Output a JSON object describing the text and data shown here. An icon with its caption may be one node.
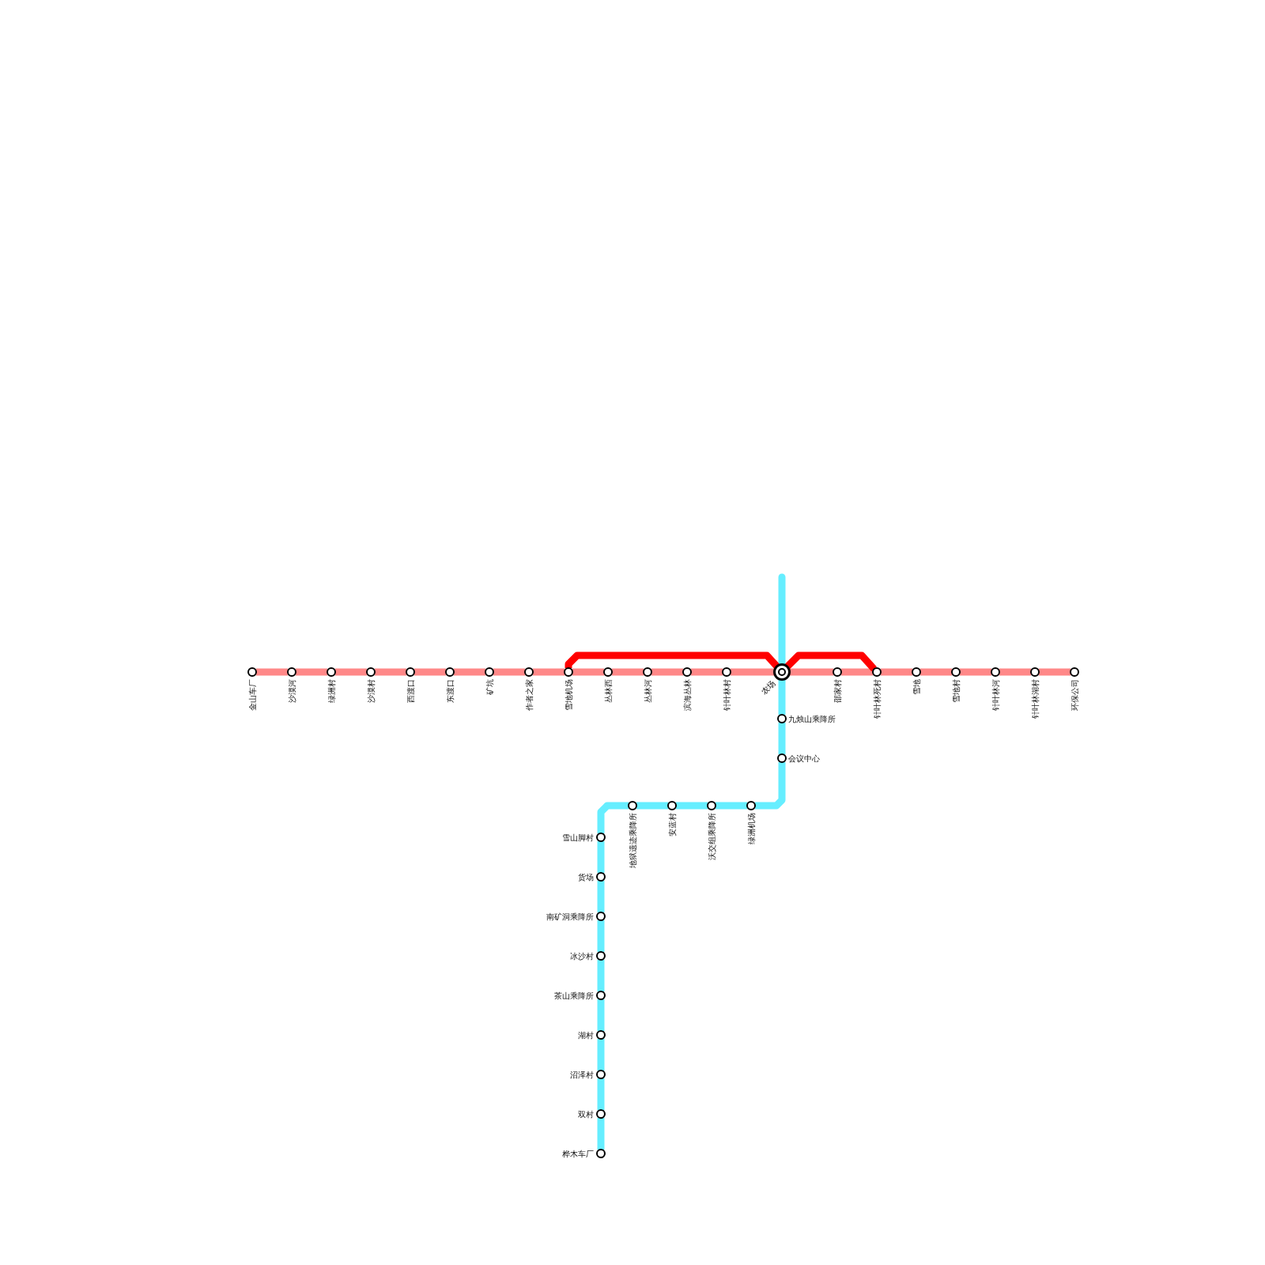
{
  "diagram": {
    "nodes": [
      {
        "text": [
          "金山车厂"
        ]
      },
      {
        "text": [
          "沙漠河"
        ]
      },
      {
        "text": [
          "绿洲村"
        ]
      },
      {
        "text": [
          "沙漠村"
        ]
      },
      {
        "text": [
          "西渡口"
        ]
      },
      {
        "text": [
          "东渡口"
        ]
      },
      {
        "text": [
          "矿坑"
        ]
      },
      {
        "text": [
          "作者之家"
        ]
      },
      {
        "text": [
          "雪地机场"
        ]
      },
      {
        "text": [
          "丛林西"
        ]
      },
      {
        "text": [
          "丛林河"
        ]
      },
      {
        "text": [
          "滨海丛林"
        ]
      },
      {
        "text": [
          "针叶林村"
        ]
      },
      {
        "text": [
          "农场"
        ]
      },
      {
        "text": [
          "邵家村"
        ]
      },
      {
        "text": [
          "针叶林死村"
        ]
      },
      {
        "text": [
          "雪地"
        ]
      },
      {
        "text": [
          "雪地村"
        ]
      },
      {
        "text": [
          "针叶林河"
        ]
      },
      {
        "text": [
          "针叶林湖村"
        ]
      },
      {
        "text": [
          "环保公司"
        ]
      },
      {
        "text": [
          "九烛山乘降所"
        ]
      },
      {
        "text": [
          "会议中心"
        ]
      },
      {
        "text": [
          "绿洲机场"
        ]
      },
      {
        "text": [
          "沃交组乘降所"
        ]
      },
      {
        "text": [
          "安蓝村"
        ]
      },
      {
        "text": [
          "地狱遗迹乘降所"
        ]
      },
      {
        "text": [
          "雪山脚村"
        ]
      },
      {
        "text": [
          "货场"
        ]
      },
      {
        "text": [
          "南矿洞乘降所"
        ]
      },
      {
        "text": [
          "冰沙村"
        ]
      },
      {
        "text": [
          "茶山乘降所"
        ]
      },
      {
        "text": [
          "湖村"
        ]
      },
      {
        "text": [
          "沼泽村"
        ]
      },
      {
        "text": [
          "双村"
        ]
      },
      {
        "text": [
          "桦木车厂"
        ]
      }
    ],
    "edges": [
      {
        "from": 0,
        "to": 1,
        "arrow": "none"
      },
      {
        "from": 1,
        "to": 2,
        "arrow": "none"
      },
      {
        "from": 2,
        "to": 3,
        "arrow": "none"
      },
      {
        "from": 3,
        "to": 4,
        "arrow": "none"
      },
      {
        "from": 4,
        "to": 5,
        "arrow": "none"
      },
      {
        "from": 5,
        "to": 6,
        "arrow": "none"
      },
      {
        "from": 6,
        "to": 7,
        "arrow": "none"
      },
      {
        "from": 7,
        "to": 8,
        "arrow": "none"
      },
      {
        "from": 8,
        "to": 9,
        "arrow": "none"
      },
      {
        "from": 9,
        "to": 10,
        "arrow": "none"
      },
      {
        "from": 10,
        "to": 11,
        "arrow": "none"
      },
      {
        "from": 11,
        "to": 12,
        "arrow": "none"
      },
      {
        "from": 12,
        "to": 13,
        "arrow": "none"
      },
      {
        "from": 13,
        "to": 14,
        "arrow": "none"
      },
      {
        "from": 14,
        "to": 15,
        "arrow": "none"
      },
      {
        "from": 15,
        "to": 16,
        "arrow": "none"
      },
      {
        "from": 16,
        "to": 17,
        "arrow": "none"
      },
      {
        "from": 17,
        "to": 18,
        "arrow": "none"
      },
      {
        "from": 18,
        "to": 19,
        "arrow": "none"
      },
      {
        "from": 19,
        "to": 20,
        "arrow": "none"
      },
      {
        "from": null,
        "to": 13,
        "arrow": "none",
        "color": "#66eeff"
      },
      {
        "from": 13,
        "to": 21,
        "arrow": "none",
        "color": "#66eeff"
      },
      {
        "from": 21,
        "to": 22,
        "arrow": "none",
        "color": "#66eeff"
      },
      {
        "from": 22,
        "to": 23,
        "arrow": "none",
        "color": "#66eeff"
      },
      {
        "from": 23,
        "to": 24,
        "arrow": "none",
        "color": "#66eeff"
      },
      {
        "from": 24,
        "to": 25,
        "arrow": "none",
        "color": "#66eeff"
      },
      {
        "from": 25,
        "to": 26,
        "arrow": "none",
        "color": "#66eeff"
      },
      {
        "from": 26,
        "to": 27,
        "arrow": "none",
        "color": "#66eeff"
      },
      {
        "from": 27,
        "to": 28,
        "arrow": "none",
        "color": "#66eeff"
      },
      {
        "from": 28,
        "to": 29,
        "arrow": "none",
        "color": "#66eeff"
      },
      {
        "from": 29,
        "to": 30,
        "arrow": "none",
        "color": "#66eeff"
      },
      {
        "from": 30,
        "to": 31,
        "arrow": "none",
        "color": "#66eeff"
      },
      {
        "from": 31,
        "to": 32,
        "arrow": "none",
        "color": "#66eeff"
      },
      {
        "from": 32,
        "to": 33,
        "arrow": "none",
        "color": "#66eeff"
      },
      {
        "from": 33,
        "to": 34,
        "arrow": "none",
        "color": "#66eeff"
      },
      {
        "from": 34,
        "to": 35,
        "arrow": "none",
        "color": "#66eeff"
      },
      {
        "from": 8,
        "to": 13,
        "arrow": "none",
        "color": "#ff0000"
      },
      {
        "from": 13,
        "to": 15,
        "arrow": "none",
        "color": "#ff0000"
      }
    ]
  }
}
